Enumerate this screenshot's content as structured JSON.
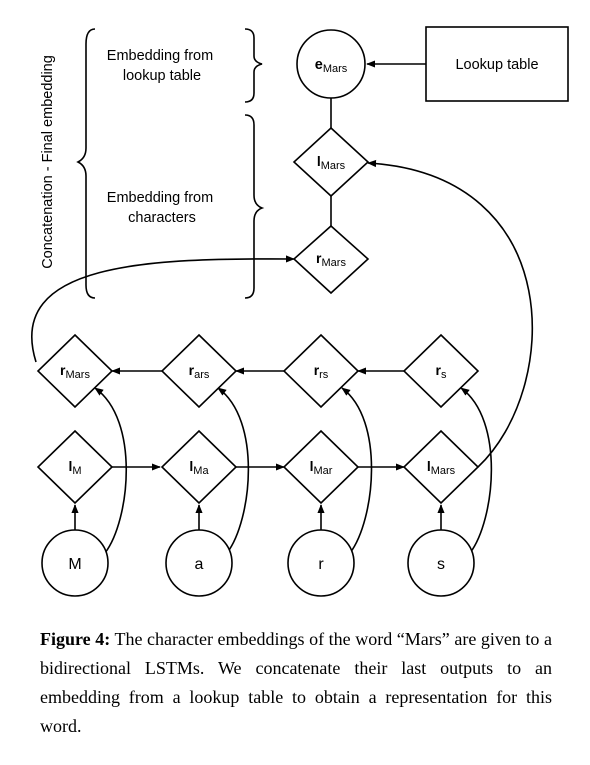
{
  "lookup_table": {
    "label": "Lookup table"
  },
  "final_node": {
    "main": "e",
    "sub": "Mars"
  },
  "left_node": {
    "main": "l",
    "sub": "Mars"
  },
  "right_node": {
    "main": "r",
    "sub": "Mars"
  },
  "labels": {
    "concatenation": "Concatenation - Final embedding",
    "lookup_embedding": [
      "Embedding from",
      "lookup table"
    ],
    "char_embedding": [
      "Embedding from",
      "characters"
    ]
  },
  "characters": [
    "M",
    "a",
    "r",
    "s"
  ],
  "forward_states": [
    {
      "main": "l",
      "sub": "M"
    },
    {
      "main": "l",
      "sub": "Ma"
    },
    {
      "main": "l",
      "sub": "Mar"
    },
    {
      "main": "l",
      "sub": "Mars"
    }
  ],
  "backward_states": [
    {
      "main": "r",
      "sub": "Mars"
    },
    {
      "main": "r",
      "sub": "ars"
    },
    {
      "main": "r",
      "sub": "rs"
    },
    {
      "main": "r",
      "sub": "s"
    }
  ],
  "caption": {
    "label": "Figure 4:",
    "text": "The character embeddings of the word “Mars” are given to a bidirectional LSTMs. We concatenate their last outputs to an embedding from a lookup table to obtain a representation for this word."
  }
}
